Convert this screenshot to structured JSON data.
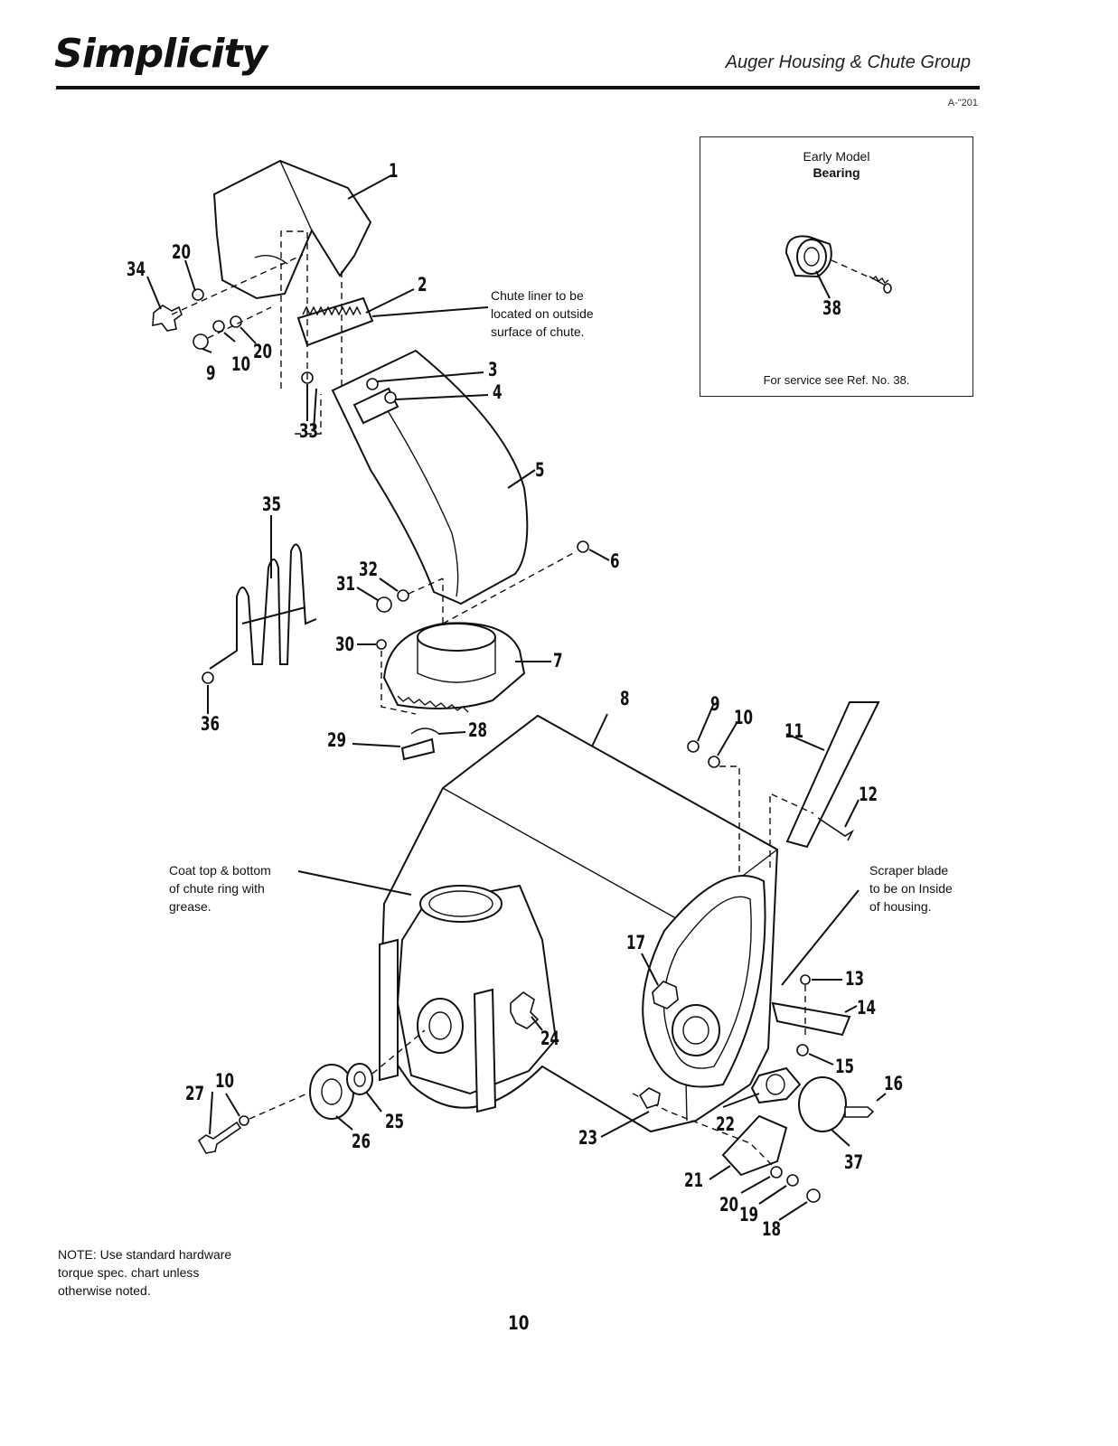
{
  "header": {
    "brand": "Simplicity",
    "section_title": "Auger Housing & Chute Group",
    "doc_number": "A-\"201"
  },
  "inset": {
    "title_line1": "Early Model",
    "title_line2": "Bearing",
    "part_callout": "38",
    "service_note": "For service see Ref. No. 38."
  },
  "callouts": {
    "c1": "1",
    "c2": "2",
    "c3": "3",
    "c4": "4",
    "c5": "5",
    "c6": "6",
    "c7": "7",
    "c8": "8",
    "c9a": "9",
    "c9b": "9",
    "c10a": "10",
    "c10b": "10",
    "c10c": "10",
    "c11": "11",
    "c12": "12",
    "c13": "13",
    "c14": "14",
    "c15": "15",
    "c16": "16",
    "c17": "17",
    "c18": "18",
    "c19": "19",
    "c20a": "20",
    "c20b": "20",
    "c20c": "20",
    "c21": "21",
    "c22": "22",
    "c23": "23",
    "c24": "24",
    "c25": "25",
    "c26": "26",
    "c27": "27",
    "c28": "28",
    "c29": "29",
    "c30": "30",
    "c31": "31",
    "c32": "32",
    "c33": "33",
    "c34": "34",
    "c35": "35",
    "c36": "36",
    "c37": "37"
  },
  "notes": {
    "chute_liner": "Chute liner to be\nlocated on outside\nsurface of chute.",
    "coat_grease": "Coat top & bottom\nof chute ring with\ngrease.",
    "scraper_blade": "Scraper blade\nto be on Inside\nof housing."
  },
  "footer": {
    "note": "NOTE: Use standard hardware\ntorque spec. chart unless\notherwise noted.",
    "page_number": "10"
  }
}
